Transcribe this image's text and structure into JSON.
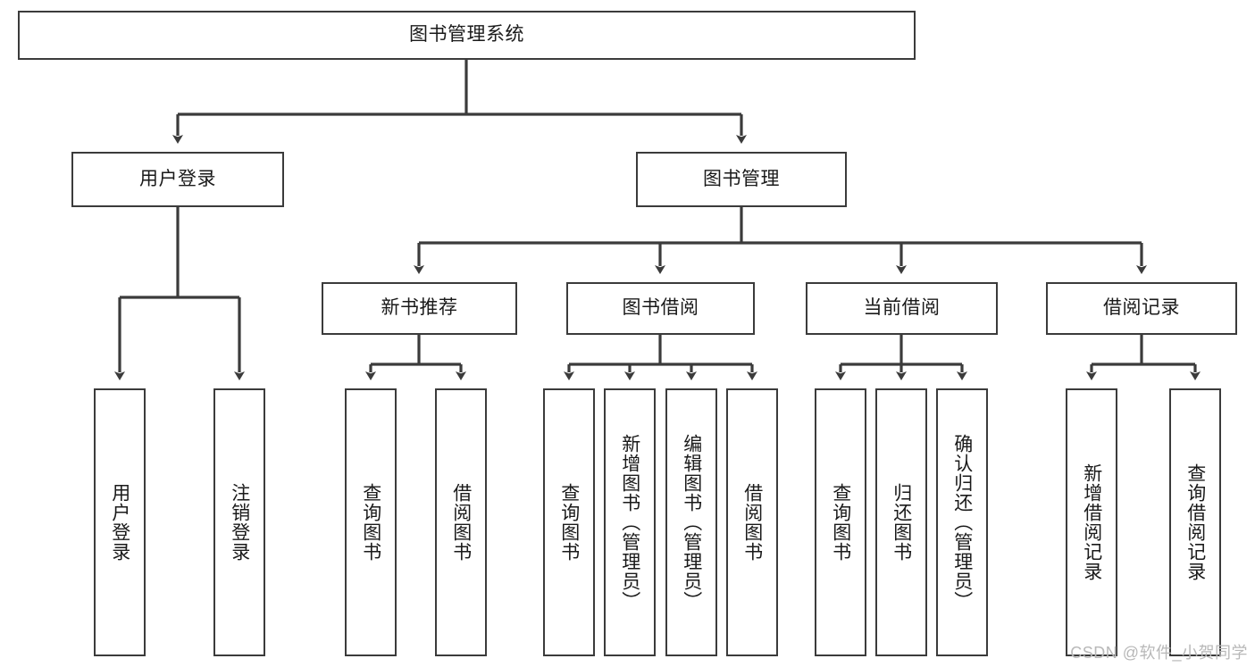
{
  "diagram": {
    "title": "图书管理系统",
    "type": "tree",
    "colors": {
      "box_border": "#3b3b3b",
      "box_fill": "#ffffff",
      "line": "#3b3b3b",
      "text": "#1a1a1a",
      "watermark": "#b8b8b8"
    },
    "watermark": "CSDN @软件_小贺同学",
    "levels": {
      "root": {
        "label": "图书管理系统"
      },
      "level2": [
        {
          "label": "用户登录"
        },
        {
          "label": "图书管理"
        }
      ],
      "level3": [
        {
          "label": "新书推荐"
        },
        {
          "label": "图书借阅"
        },
        {
          "label": "当前借阅"
        },
        {
          "label": "借阅记录"
        }
      ],
      "leaves": {
        "user_login": [
          {
            "label": "用户登录"
          },
          {
            "label": "注销登录"
          }
        ],
        "new_book_recommend": [
          {
            "label": "查询图书"
          },
          {
            "label": "借阅图书"
          }
        ],
        "book_borrow": [
          {
            "label": "查询图书"
          },
          {
            "label": "新增图书（管理员）"
          },
          {
            "label": "编辑图书（管理员）"
          },
          {
            "label": "借阅图书"
          }
        ],
        "current_borrow": [
          {
            "label": "查询图书"
          },
          {
            "label": "归还图书"
          },
          {
            "label": "确认归还（管理员）"
          }
        ],
        "borrow_records": [
          {
            "label": "新增借阅记录"
          },
          {
            "label": "查询借阅记录"
          }
        ]
      }
    }
  }
}
